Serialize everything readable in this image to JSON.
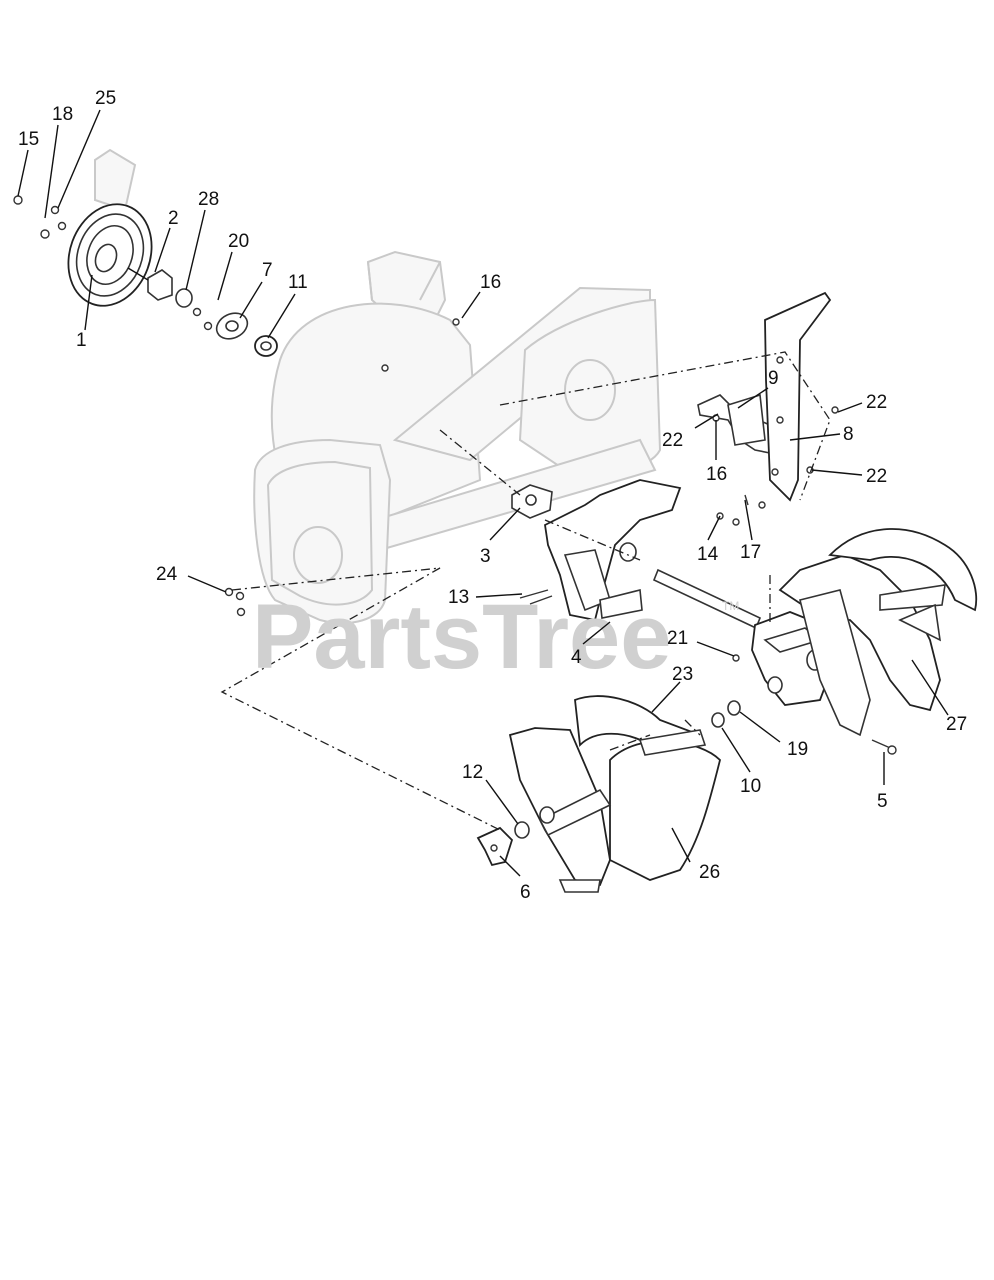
{
  "watermark": {
    "text": "PartsTree",
    "tm": "TM"
  },
  "callouts": [
    {
      "id": "c15",
      "label": "15"
    },
    {
      "id": "c18",
      "label": "18"
    },
    {
      "id": "c25",
      "label": "25"
    },
    {
      "id": "c2",
      "label": "2"
    },
    {
      "id": "c28",
      "label": "28"
    },
    {
      "id": "c20",
      "label": "20"
    },
    {
      "id": "c7",
      "label": "7"
    },
    {
      "id": "c11",
      "label": "11"
    },
    {
      "id": "c1",
      "label": "1"
    },
    {
      "id": "c16a",
      "label": "16"
    },
    {
      "id": "c9",
      "label": "9"
    },
    {
      "id": "c22a",
      "label": "22"
    },
    {
      "id": "c22b",
      "label": "22"
    },
    {
      "id": "c8",
      "label": "8"
    },
    {
      "id": "c16b",
      "label": "16"
    },
    {
      "id": "c22c",
      "label": "22"
    },
    {
      "id": "c14",
      "label": "14"
    },
    {
      "id": "c17",
      "label": "17"
    },
    {
      "id": "c3",
      "label": "3"
    },
    {
      "id": "c24",
      "label": "24"
    },
    {
      "id": "c13",
      "label": "13"
    },
    {
      "id": "c4",
      "label": "4"
    },
    {
      "id": "c21",
      "label": "21"
    },
    {
      "id": "c23",
      "label": "23"
    },
    {
      "id": "c27",
      "label": "27"
    },
    {
      "id": "c19",
      "label": "19"
    },
    {
      "id": "c10",
      "label": "10"
    },
    {
      "id": "c5",
      "label": "5"
    },
    {
      "id": "c12",
      "label": "12"
    },
    {
      "id": "c26",
      "label": "26"
    },
    {
      "id": "c6",
      "label": "6"
    }
  ]
}
